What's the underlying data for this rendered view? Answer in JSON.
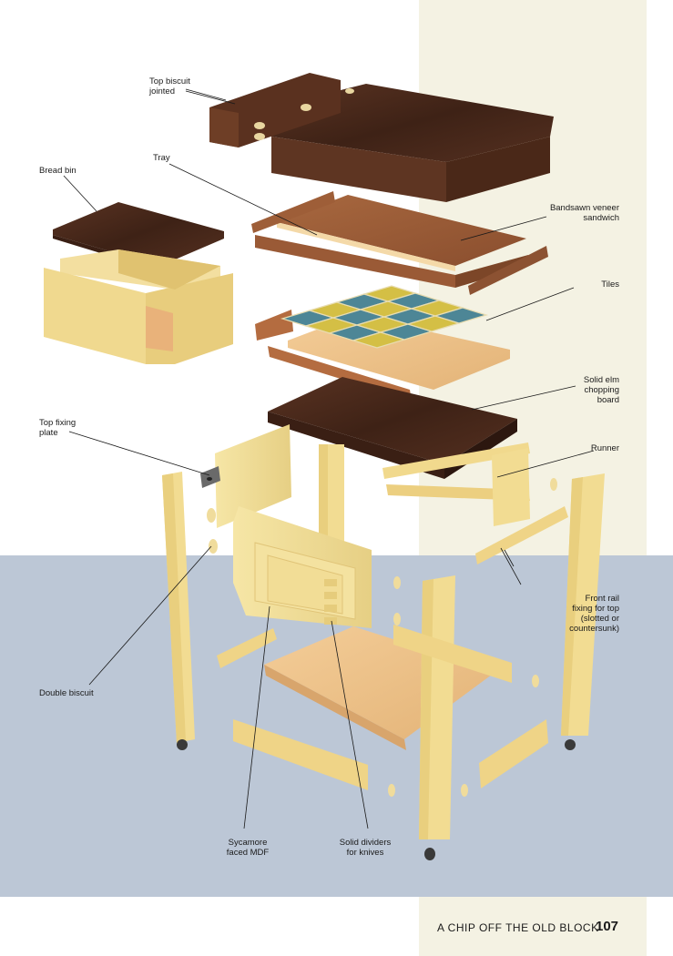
{
  "labels": {
    "top_biscuit": "Top biscuit\njointed",
    "bread_bin": "Bread bin",
    "tray": "Tray",
    "bandsawn_veneer": "Bandsawn veneer\nsandwich",
    "tiles": "Tiles",
    "chopping_board": "Solid elm\nchopping\nboard",
    "top_fixing_plate": "Top fixing\nplate",
    "runner": "Runner",
    "front_rail": "Front rail\nfixing for top\n(slotted or\ncountersunk)",
    "double_biscuit": "Double biscuit",
    "sycamore_mdf": "Sycamore\nfaced MDF",
    "solid_dividers": "Solid dividers\nfor knives"
  },
  "footer": {
    "title": "A CHIP OFF THE OLD BLOCK",
    "page_number": "107"
  },
  "colors": {
    "sycamore": "#f1dd95",
    "elm_dark": "#4a2a1c",
    "tray_wood": "#9a5c3a",
    "tile_blue": "#4d8696",
    "tile_yellow": "#d4bf45",
    "floor_blue": "#bcc7d6",
    "cream_band": "#f4f2e3"
  }
}
